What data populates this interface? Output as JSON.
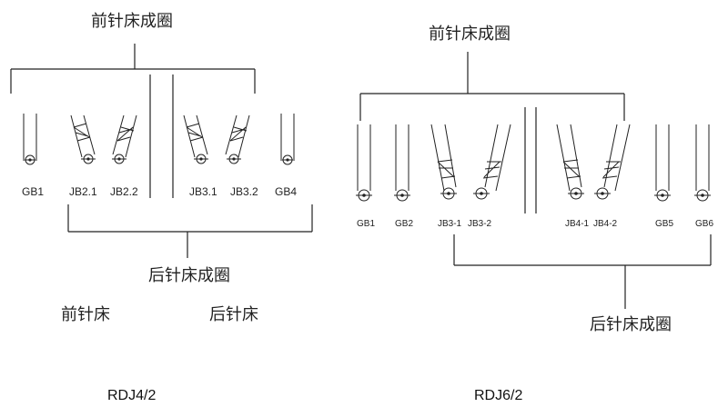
{
  "left": {
    "top_label": "前针床成圈",
    "bottom_label": "后针床成圈",
    "front_bed": "前针床",
    "back_bed": "后针床",
    "caption": "RDJ4/2",
    "needles": [
      "GB1",
      "JB2.1",
      "JB2.2",
      "JB3.1",
      "JB3.2",
      "GB4"
    ]
  },
  "right": {
    "top_label": "前针床成圈",
    "bottom_label": "后针床成圈",
    "caption": "RDJ6/2",
    "needles": [
      "GB1",
      "GB2",
      "JB3-1",
      "JB3-2",
      "JB4-1",
      "JB4-2",
      "GB5",
      "GB6"
    ]
  }
}
